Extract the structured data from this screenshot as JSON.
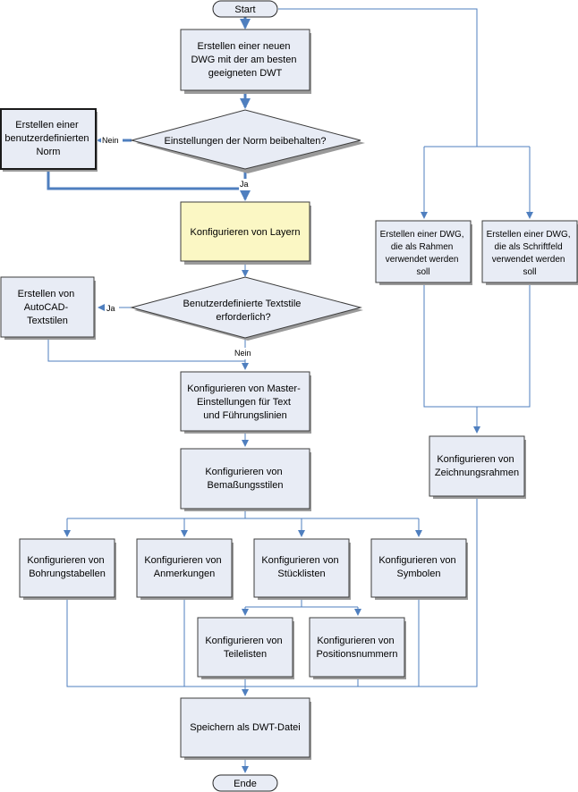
{
  "nodes": {
    "start": "Start",
    "create_dwg": [
      "Erstellen einer neuen",
      "DWG mit der am besten",
      "geeigneten DWT"
    ],
    "decision_norm": [
      "Einstellungen der Norm beibehalten?"
    ],
    "custom_norm": [
      "Erstellen einer",
      "benutzerdefinierten",
      "Norm"
    ],
    "layers": [
      "Konfigurieren von Layern"
    ],
    "decision_text": [
      "Benutzerdefinierte Textstile",
      "erforderlich?"
    ],
    "text_styles": [
      "Erstellen von",
      "AutoCAD-",
      "Textstilen"
    ],
    "master_settings": [
      "Konfigurieren von Master-",
      "Einstellungen für Text",
      "und Führungslinien"
    ],
    "dim_styles": [
      "Konfigurieren von",
      "Bemaßungsstilen"
    ],
    "hole_tables": [
      "Konfigurieren von",
      "Bohrungstabellen"
    ],
    "notes": [
      "Konfigurieren von",
      "Anmerkungen"
    ],
    "parts_lists": [
      "Konfigurieren von",
      "Stücklisten"
    ],
    "symbols": [
      "Konfigurieren von",
      "Symbolen"
    ],
    "partial_lists": [
      "Konfigurieren von",
      "Teilelisten"
    ],
    "balloons": [
      "Konfigurieren von",
      "Positionsnummern"
    ],
    "save_dwt": [
      "Speichern als DWT-Datei"
    ],
    "end": "Ende",
    "border_dwg": [
      "Erstellen einer DWG,",
      "die als Rahmen",
      "verwendet werden",
      "soll"
    ],
    "titleblock_dwg": [
      "Erstellen einer DWG,",
      "die als Schriftfeld",
      "verwendet werden",
      "soll"
    ],
    "drawing_borders": [
      "Konfigurieren von",
      "Zeichnungsrahmen"
    ]
  },
  "edge_labels": {
    "norm_no": "Nein",
    "norm_yes": "Ja",
    "text_yes": "Ja",
    "text_no": "Nein"
  },
  "colors": {
    "connector": "#4f7fbf",
    "box_fill": "#e8ecf5",
    "highlight_fill": "#fbf7c4",
    "border": "#3c3c3c"
  }
}
